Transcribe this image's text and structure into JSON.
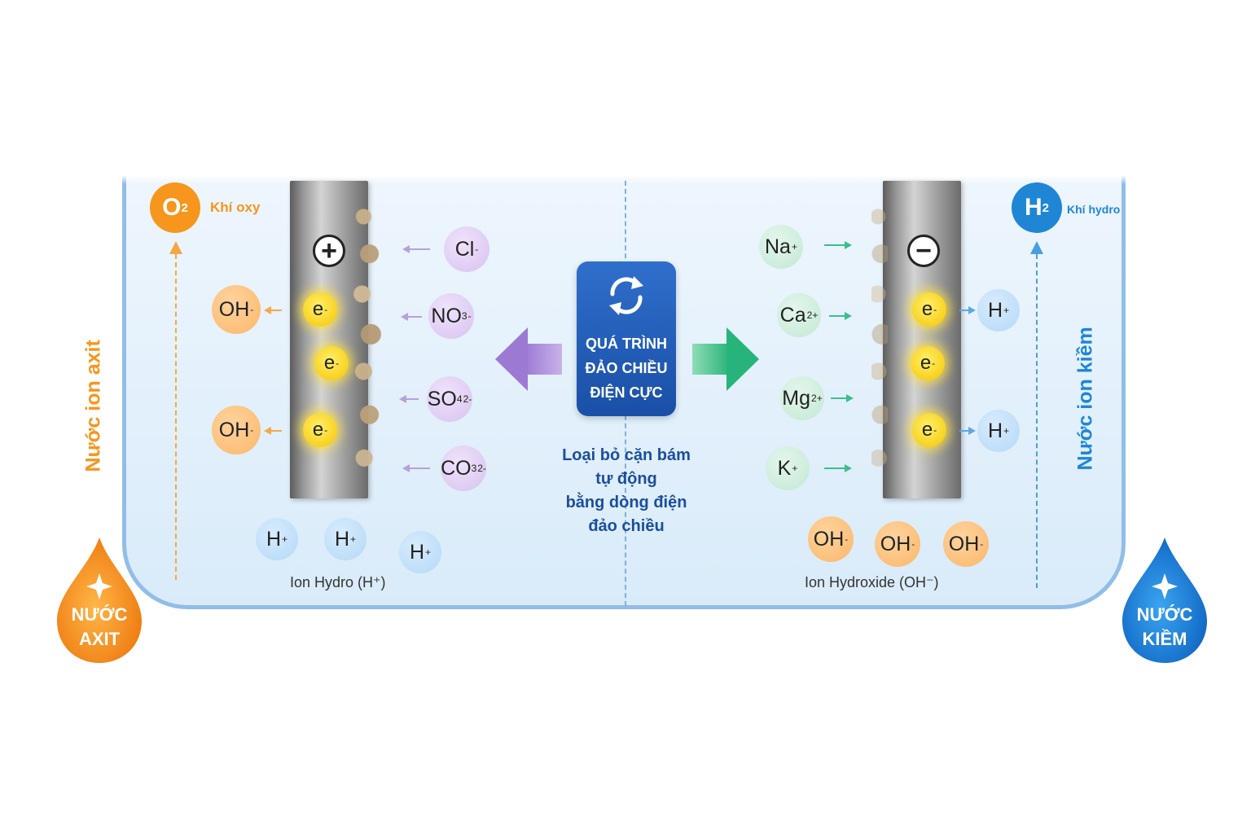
{
  "left": {
    "gas": {
      "symbol": "O",
      "subscript": "2",
      "label": "Khí oxy"
    },
    "vertical_label": "Nước ion axit",
    "electrode_sign": "+",
    "hydroxide": [
      {
        "text": "OH",
        "charge": "-"
      },
      {
        "text": "OH",
        "charge": "-"
      }
    ],
    "electrons": [
      {
        "text": "e",
        "charge": "-"
      },
      {
        "text": "e",
        "charge": "-"
      },
      {
        "text": "e",
        "charge": "-"
      }
    ],
    "anions": [
      {
        "text": "Cl",
        "sub": "",
        "charge": "-"
      },
      {
        "text": "NO",
        "sub": "3",
        "charge": "-"
      },
      {
        "text": "SO",
        "sub": "4",
        "charge": "2-"
      },
      {
        "text": "CO",
        "sub": "3",
        "charge": "2-"
      }
    ],
    "hydrogen_ions": [
      {
        "text": "H",
        "charge": "+"
      },
      {
        "text": "H",
        "charge": "+"
      },
      {
        "text": "H",
        "charge": "+"
      }
    ],
    "group_label": "Ion Hydro (H⁺)",
    "drop": {
      "line1": "NƯỚC",
      "line2": "AXIT"
    }
  },
  "right": {
    "gas": {
      "symbol": "H",
      "subscript": "2",
      "label": "Khí hydro"
    },
    "vertical_label": "Nước ion kiềm",
    "electrode_sign": "−",
    "cations": [
      {
        "text": "Na",
        "charge": "+"
      },
      {
        "text": "Ca",
        "charge": "2+"
      },
      {
        "text": "Mg",
        "charge": "2+"
      },
      {
        "text": "K",
        "charge": "+"
      }
    ],
    "electrons": [
      {
        "text": "e",
        "charge": "-"
      },
      {
        "text": "e",
        "charge": "-"
      },
      {
        "text": "e",
        "charge": "-"
      }
    ],
    "hydrogen_ions": [
      {
        "text": "H",
        "charge": "+"
      },
      {
        "text": "H",
        "charge": "+"
      }
    ],
    "hydroxide": [
      {
        "text": "OH",
        "charge": "-"
      },
      {
        "text": "OH",
        "charge": "-"
      },
      {
        "text": "OH",
        "charge": "-"
      }
    ],
    "group_label": "Ion Hydroxide (OH⁻)",
    "drop": {
      "line1": "NƯỚC",
      "line2": "KIỀM"
    }
  },
  "center": {
    "title_lines": [
      "QUÁ TRÌNH",
      "ĐẢO CHIỀU",
      "ĐIỆN CỰC"
    ],
    "caption_lines": [
      "Loại bỏ cặn bám",
      "tự động",
      "bằng dòng điện",
      "đảo chiều"
    ]
  },
  "colors": {
    "acid": "#f6961c",
    "alkaline": "#1f86d6",
    "anion": "#b8a0dc",
    "cation": "#3cbf8a"
  }
}
